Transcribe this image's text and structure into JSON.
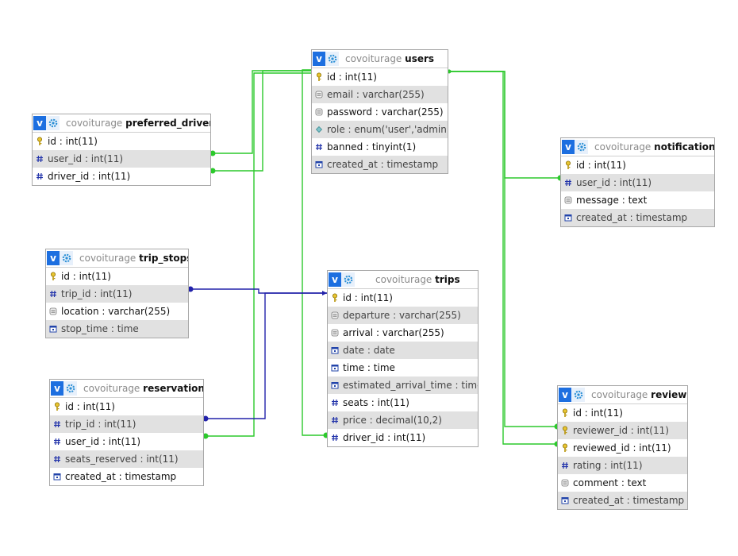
{
  "db_name": "covoiturage",
  "colors": {
    "green_link": "#2cc92c",
    "blue_link": "#2222aa",
    "header_button": "#1d6fe0"
  },
  "tables": [
    {
      "id": "users",
      "name": "users",
      "columns": [
        {
          "text": "id : int(11)",
          "icon": "key-icon"
        },
        {
          "text": "email : varchar(255)",
          "icon": "text-icon"
        },
        {
          "text": "password : varchar(255)",
          "icon": "text-icon"
        },
        {
          "text": "role : enum('user','admin')",
          "icon": "enum-icon"
        },
        {
          "text": "banned : tinyint(1)",
          "icon": "hash-icon"
        },
        {
          "text": "created_at : timestamp",
          "icon": "date-icon"
        }
      ]
    },
    {
      "id": "preferred_drivers",
      "name": "preferred_drivers",
      "columns": [
        {
          "text": "id : int(11)",
          "icon": "key-icon"
        },
        {
          "text": "user_id : int(11)",
          "icon": "hash-icon"
        },
        {
          "text": "driver_id : int(11)",
          "icon": "hash-icon"
        }
      ]
    },
    {
      "id": "notifications",
      "name": "notifications",
      "columns": [
        {
          "text": "id : int(11)",
          "icon": "key-icon"
        },
        {
          "text": "user_id : int(11)",
          "icon": "hash-icon"
        },
        {
          "text": "message : text",
          "icon": "text-icon"
        },
        {
          "text": "created_at : timestamp",
          "icon": "date-icon"
        }
      ]
    },
    {
      "id": "trip_stops",
      "name": "trip_stops",
      "columns": [
        {
          "text": "id : int(11)",
          "icon": "key-icon"
        },
        {
          "text": "trip_id : int(11)",
          "icon": "hash-icon"
        },
        {
          "text": "location : varchar(255)",
          "icon": "text-icon"
        },
        {
          "text": "stop_time : time",
          "icon": "date-icon"
        }
      ]
    },
    {
      "id": "trips",
      "name": "trips",
      "columns": [
        {
          "text": "id : int(11)",
          "icon": "key-icon"
        },
        {
          "text": "departure : varchar(255)",
          "icon": "text-icon"
        },
        {
          "text": "arrival : varchar(255)",
          "icon": "text-icon"
        },
        {
          "text": "date : date",
          "icon": "date-icon"
        },
        {
          "text": "time : time",
          "icon": "date-icon"
        },
        {
          "text": "estimated_arrival_time : time",
          "icon": "date-icon"
        },
        {
          "text": "seats : int(11)",
          "icon": "hash-icon"
        },
        {
          "text": "price : decimal(10,2)",
          "icon": "hash-icon"
        },
        {
          "text": "driver_id : int(11)",
          "icon": "hash-icon"
        }
      ]
    },
    {
      "id": "reservations",
      "name": "reservations",
      "columns": [
        {
          "text": "id : int(11)",
          "icon": "key-icon"
        },
        {
          "text": "trip_id : int(11)",
          "icon": "hash-icon"
        },
        {
          "text": "user_id : int(11)",
          "icon": "hash-icon"
        },
        {
          "text": "seats_reserved : int(11)",
          "icon": "hash-icon"
        },
        {
          "text": "created_at : timestamp",
          "icon": "date-icon"
        }
      ]
    },
    {
      "id": "reviews",
      "name": "reviews",
      "columns": [
        {
          "text": "id : int(11)",
          "icon": "key-icon"
        },
        {
          "text": "reviewer_id : int(11)",
          "icon": "key-icon"
        },
        {
          "text": "reviewed_id : int(11)",
          "icon": "key-icon"
        },
        {
          "text": "rating : int(11)",
          "icon": "hash-icon"
        },
        {
          "text": "comment : text",
          "icon": "text-icon"
        },
        {
          "text": "created_at : timestamp",
          "icon": "date-icon"
        }
      ]
    }
  ],
  "relations": [
    {
      "from": "preferred_drivers.user_id",
      "to": "users.id",
      "color": "green"
    },
    {
      "from": "preferred_drivers.driver_id",
      "to": "users.id",
      "color": "green"
    },
    {
      "from": "reservations.user_id",
      "to": "users.id",
      "color": "green"
    },
    {
      "from": "trips.driver_id",
      "to": "users.id",
      "color": "green"
    },
    {
      "from": "notifications.user_id",
      "to": "users.id",
      "color": "green"
    },
    {
      "from": "reviews.reviewer_id",
      "to": "users.id",
      "color": "green"
    },
    {
      "from": "reviews.reviewed_id",
      "to": "users.id",
      "color": "green"
    },
    {
      "from": "trip_stops.trip_id",
      "to": "trips.id",
      "color": "blue"
    },
    {
      "from": "reservations.trip_id",
      "to": "trips.id",
      "color": "blue"
    }
  ]
}
